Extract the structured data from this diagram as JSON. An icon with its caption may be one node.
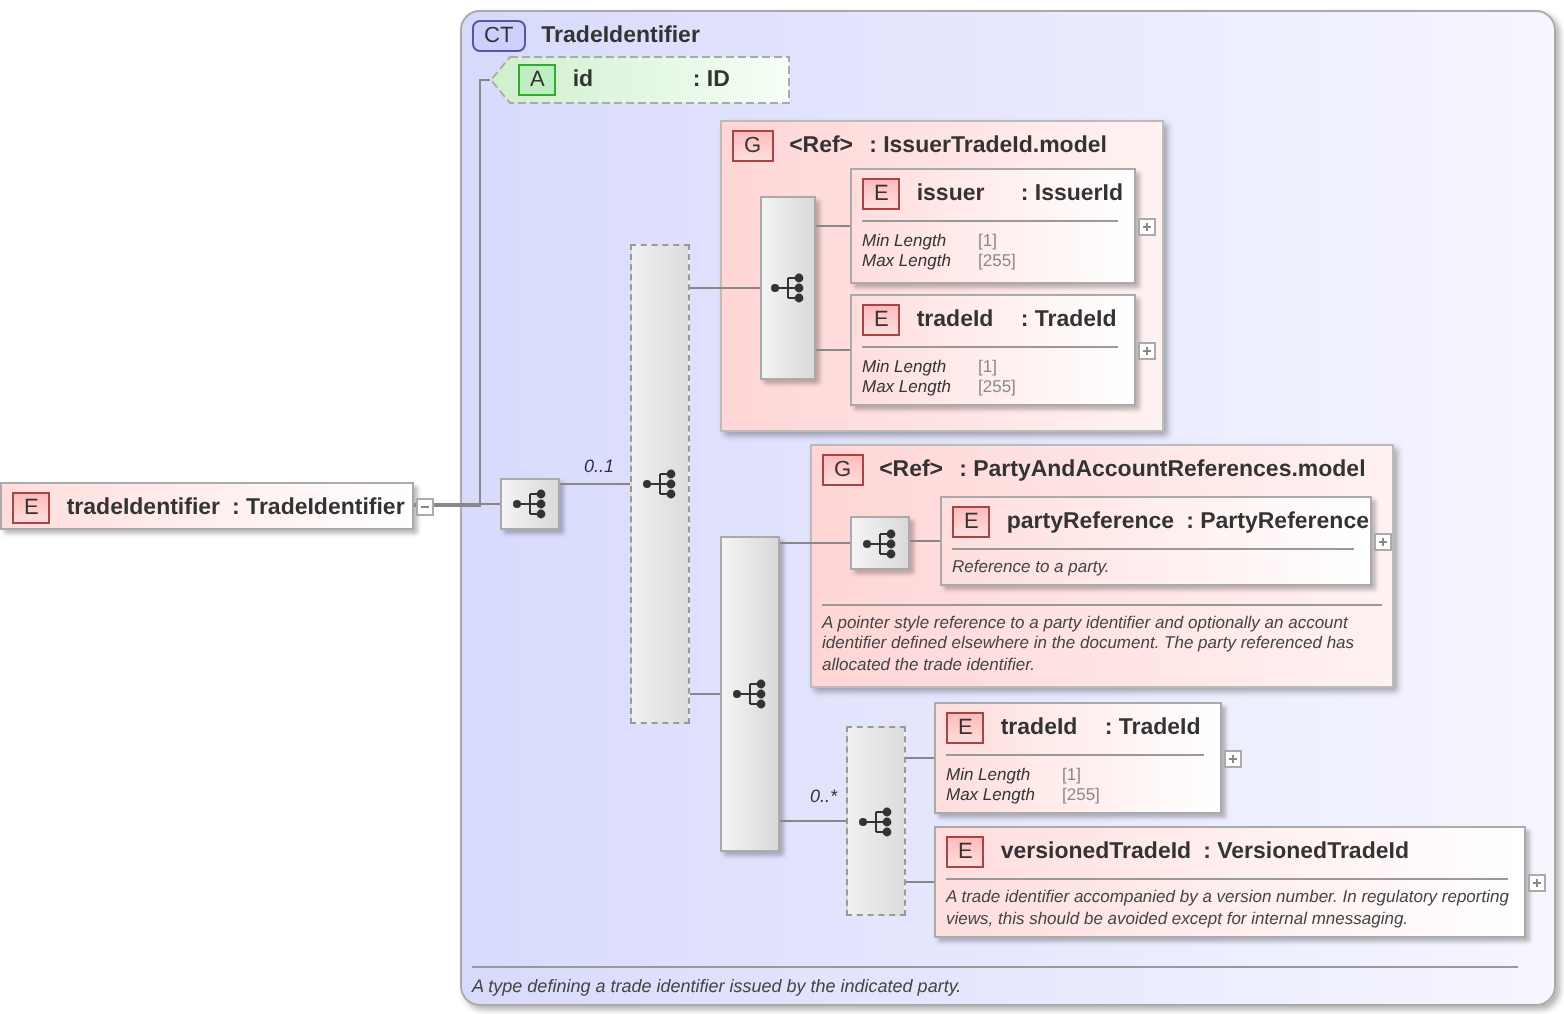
{
  "diagram": {
    "nodes": [
      {
        "text": [
          "E",
          "tradeIdentifier",
          ": TradeIdentifier"
        ]
      },
      {
        "text": [
          "CT",
          "TradeIdentifier",
          "A type defining a trade identifier issued by the indicated party."
        ]
      },
      {
        "text": [
          "A",
          "id",
          ": ID"
        ],
        "in": 1
      },
      {
        "text": [],
        "shape": "box",
        "in": 1
      },
      {
        "text": [],
        "shape": "box",
        "in": 1
      },
      {
        "text": [
          "G",
          "<Ref>",
          ": IssuerTradeId.model"
        ],
        "in": 1
      },
      {
        "text": [],
        "shape": "box",
        "in": 5
      },
      {
        "text": [
          "E",
          "issuer",
          ": IssuerId",
          "Min Length",
          "[1]",
          "Max Length",
          "[255]"
        ],
        "in": 5
      },
      {
        "text": [
          "E",
          "tradeId",
          ": TradeId",
          "Min Length",
          "[1]",
          "Max Length",
          "[255]"
        ],
        "in": 5
      },
      {
        "text": [],
        "shape": "box",
        "in": 1
      },
      {
        "text": [
          "G",
          "<Ref>",
          ": PartyAndAccountReferences.model",
          "A pointer style reference to a party identifier and optionally an account identifier defined elsewhere in the document. The party referenced has allocated the trade identifier."
        ],
        "in": 1
      },
      {
        "text": [],
        "shape": "box",
        "in": 10
      },
      {
        "text": [
          "E",
          "partyReference",
          ": PartyReference",
          "Reference to a party."
        ],
        "in": 10
      },
      {
        "text": [],
        "shape": "box",
        "in": 1
      },
      {
        "text": [
          "E",
          "tradeId",
          ": TradeId",
          "Min Length",
          "[1]",
          "Max Length",
          "[255]"
        ],
        "in": 1
      },
      {
        "text": [
          "E",
          "versionedTradeId",
          ": VersionedTradeId",
          "A trade identifier accompanied by a version number. In regulatory reporting views, this should be avoided except for internal mnessaging."
        ],
        "in": 1
      }
    ],
    "edges": [
      {
        "from": 0,
        "to": 2,
        "arrow": "none"
      },
      {
        "from": 0,
        "to": 3,
        "arrow": "none"
      },
      {
        "from": 3,
        "to": 4,
        "arrow": "none",
        "label": "0..1"
      },
      {
        "from": 4,
        "to": 6,
        "arrow": "none"
      },
      {
        "from": 6,
        "to": 7,
        "arrow": "none"
      },
      {
        "from": 6,
        "to": 8,
        "arrow": "none"
      },
      {
        "from": 4,
        "to": 9,
        "arrow": "none"
      },
      {
        "from": 9,
        "to": 11,
        "arrow": "none"
      },
      {
        "from": 11,
        "to": 12,
        "arrow": "none"
      },
      {
        "from": 9,
        "to": 13,
        "arrow": "none",
        "label": "0..*"
      },
      {
        "from": 13,
        "to": 14,
        "arrow": "none"
      },
      {
        "from": 13,
        "to": 15,
        "arrow": "none"
      }
    ]
  }
}
